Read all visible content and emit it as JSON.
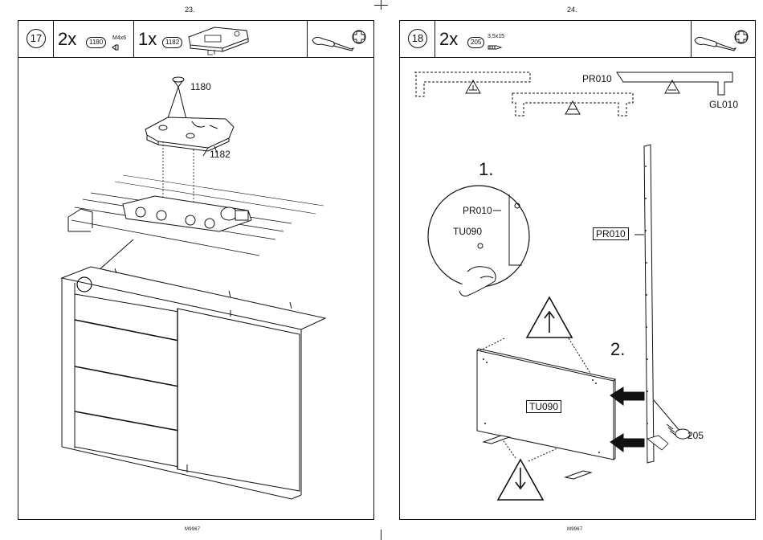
{
  "pages": [
    {
      "page_number": "23.",
      "footer": "M9967",
      "step": "17",
      "parts": [
        {
          "qty": "2x",
          "code": "1180",
          "spec": "M4x6"
        },
        {
          "qty": "1x",
          "code": "1182"
        }
      ],
      "labels": {
        "screw": "1180",
        "plate": "1182"
      }
    },
    {
      "page_number": "24.",
      "footer": "M9967",
      "step": "18",
      "parts": [
        {
          "qty": "2x",
          "code": "205",
          "spec": "3,5x15"
        }
      ],
      "labels": {
        "rail_top": "PR010",
        "rail_right": "GL010",
        "sub1": "1.",
        "sub2": "2.",
        "detail_pr": "PR010",
        "detail_tu": "TU090",
        "side_rail": "PR010",
        "panel": "TU090",
        "screw": "205"
      }
    }
  ],
  "icons": [
    "screwdriver-icon",
    "phillips-head-icon",
    "warning-triangle-icon",
    "screw-icon"
  ]
}
